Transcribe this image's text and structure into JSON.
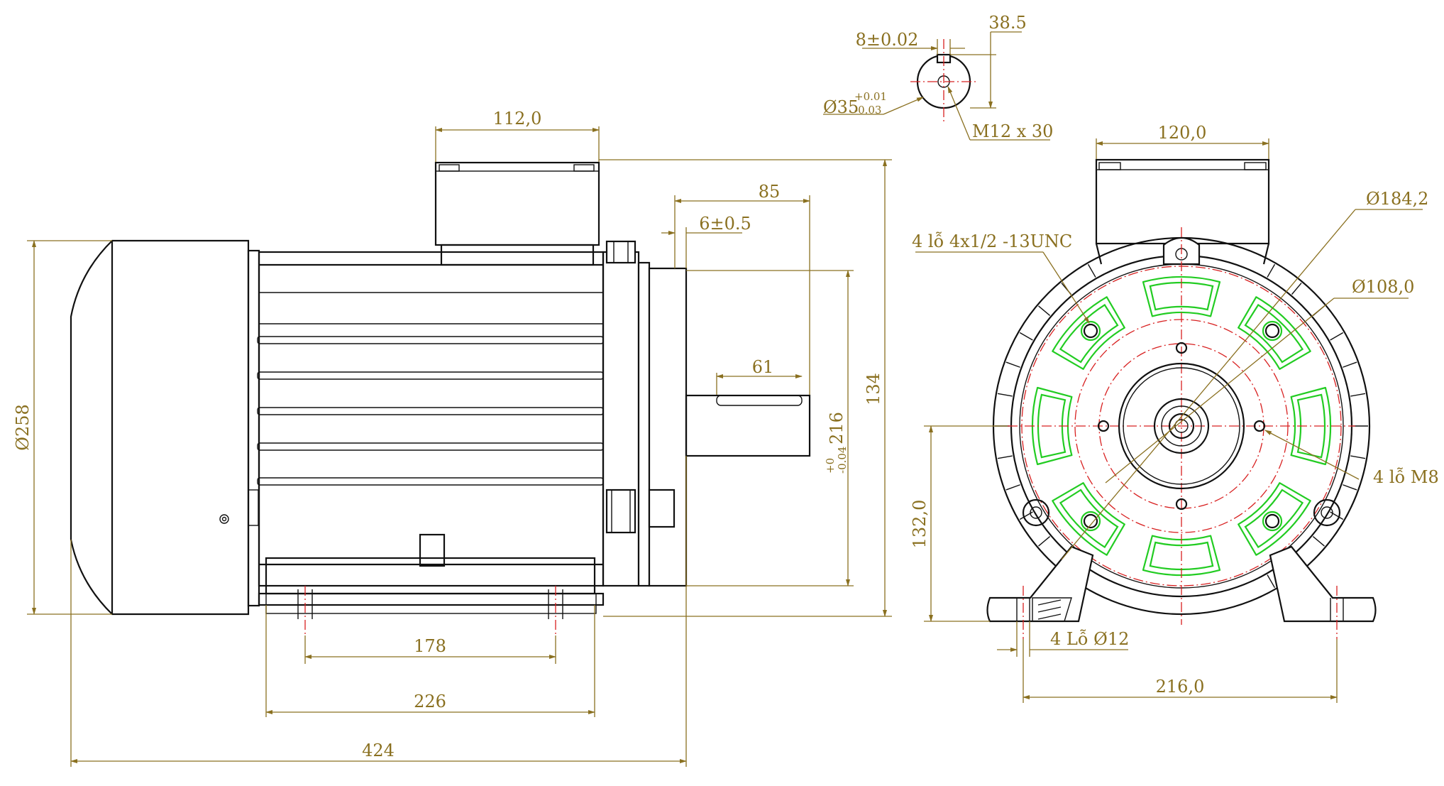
{
  "dimensions": {
    "key_width": "8±0.02",
    "shaft_height": "38.5",
    "shaft_diameter": "Ø35",
    "shaft_tol_upper": "+0.01",
    "shaft_tol_lower": "-0.03",
    "center_thread": "M12 x 30",
    "terminal_box_width": "112,0",
    "shaft_length": "85",
    "shaft_shoulder": "6±0.5",
    "key_length": "61",
    "flange_diameter": "216",
    "flange_tol_upper": "+0",
    "flange_tol_lower": "-0.04",
    "total_height": "134",
    "body_diameter": "Ø258",
    "foot_hole_distance": "178",
    "foot_length": "226",
    "total_length": "424",
    "front_box_width": "120,0",
    "pcd_outer": "Ø184,2",
    "pcd_inner": "Ø108,0",
    "unc_holes": "4  lỗ 4x1/2 -13UNC",
    "m8_holes": "4 lỗ M8",
    "center_height": "132,0",
    "foot_holes": "4 Lỗ Ø12",
    "foot_width": "216,0"
  },
  "colors": {
    "outline": "#111111",
    "dimension": "#8a7020",
    "centerline": "#d82020",
    "cooling_ribs": "#22cc22"
  }
}
